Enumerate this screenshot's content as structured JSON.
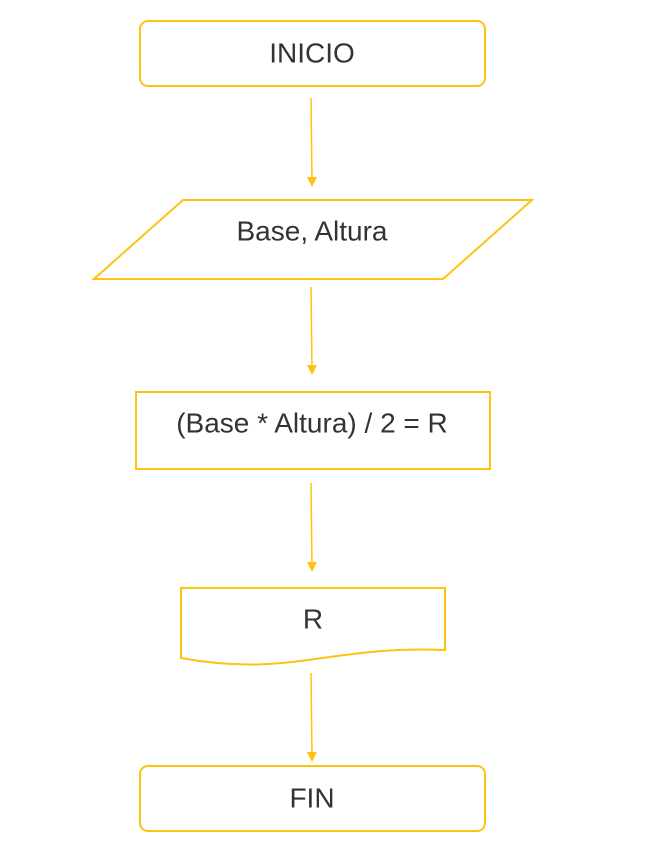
{
  "colors": {
    "stroke": "#FFC20E",
    "text": "#333333",
    "background": "#FFFFFF"
  },
  "nodes": {
    "start": {
      "label": "INICIO",
      "shape": "terminator"
    },
    "input": {
      "label": "Base, Altura",
      "shape": "data"
    },
    "process": {
      "label": "(Base * Altura) / 2 = R",
      "shape": "process"
    },
    "output": {
      "label": "R",
      "shape": "document"
    },
    "end": {
      "label": "FIN",
      "shape": "terminator"
    }
  },
  "edges": [
    {
      "from": "start",
      "to": "input"
    },
    {
      "from": "input",
      "to": "process"
    },
    {
      "from": "process",
      "to": "output"
    },
    {
      "from": "output",
      "to": "end"
    }
  ]
}
